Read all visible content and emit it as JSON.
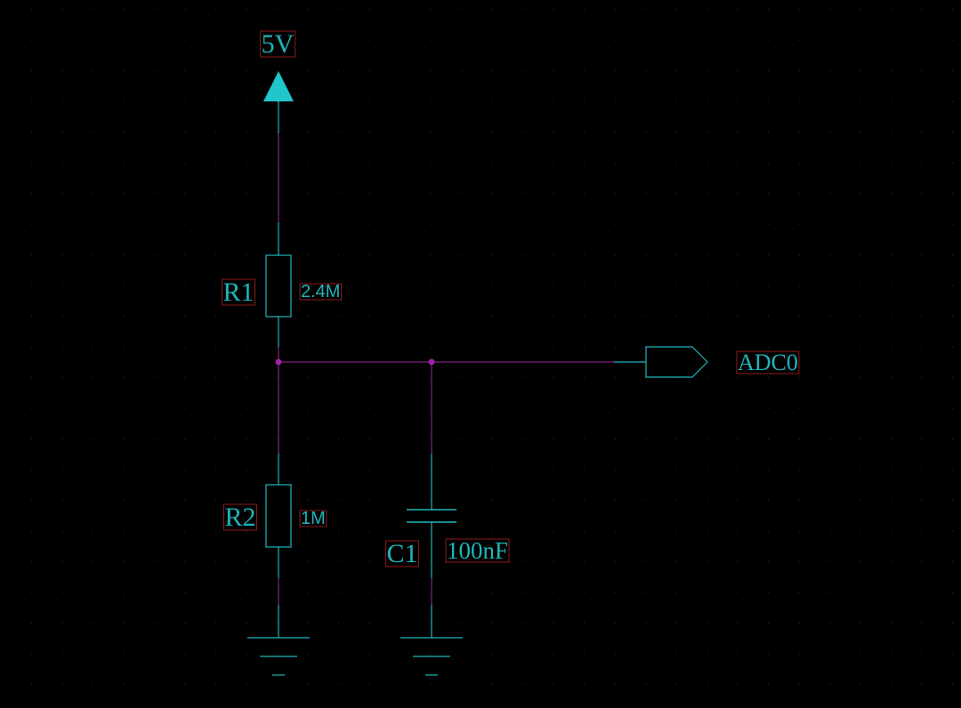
{
  "colors": {
    "background": "#000000",
    "component": "#1fb5b9",
    "component_fill": "#21c6ca",
    "wire": "#6b1a6b",
    "junction": "#a020a8",
    "label_box": "#8b1a1a",
    "grid_dot": "#2a2a2a"
  },
  "power": {
    "label": "5V",
    "icon": "power-arrow-icon"
  },
  "components": {
    "r1": {
      "designator": "R1",
      "value": "2.4M"
    },
    "r2": {
      "designator": "R2",
      "value": "1M"
    },
    "c1": {
      "designator": "C1",
      "value": "100nF"
    }
  },
  "net_port": {
    "label": "ADC0",
    "icon": "output-port-icon"
  },
  "grounds": [
    "ground-icon",
    "ground-icon"
  ]
}
